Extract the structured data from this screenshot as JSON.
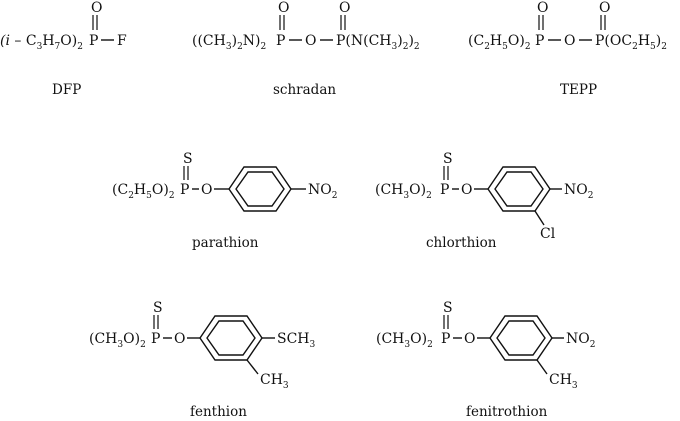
{
  "compounds": {
    "dfp": {
      "name": "DFP",
      "dbl_atom": "O",
      "group_lead": "(i",
      "group_mid": "C",
      "group_tail": "H",
      "group_end": "O)",
      "sub3": "3",
      "sub7": "7",
      "sub2": "2",
      "p": "P",
      "f": "F"
    },
    "schradan": {
      "name": "schradan",
      "dbl_atom_1": "O",
      "dbl_atom_2": "O",
      "left_a": "((CH",
      "left_b": ")",
      "left_c": "N)",
      "p1": "P",
      "o_bridge": "O",
      "right_a": "P(N(CH",
      "right_b": ")",
      "right_c": ")",
      "sub3": "3",
      "sub2": "2"
    },
    "tepp": {
      "name": "TEPP",
      "dbl_atom_1": "O",
      "dbl_atom_2": "O",
      "left_a": "(C",
      "left_b": "H",
      "left_c": "O)",
      "p1": "P",
      "o_bridge": "O",
      "right_a": "P(OC",
      "right_b": "H",
      "right_c": ")",
      "sub2": "2",
      "sub5": "5"
    },
    "parathion": {
      "name": "parathion",
      "dbl_atom": "S",
      "left_a": "(C",
      "left_b": "H",
      "left_c": "O)",
      "sub2": "2",
      "sub5": "5",
      "p": "P",
      "o_link": "O",
      "no2_a": "NO",
      "no2_sub": "2"
    },
    "chlorthion": {
      "name": "chlorthion",
      "dbl_atom": "S",
      "left_a": "(CH",
      "left_b": "O)",
      "sub3": "3",
      "sub2": "2",
      "p": "P",
      "o_link": "O",
      "no2_a": "NO",
      "no2_sub": "2",
      "cl": "Cl"
    },
    "fenthion": {
      "name": "fenthion",
      "dbl_atom": "S",
      "left_a": "(CH",
      "left_b": "O)",
      "sub3": "3",
      "sub2": "2",
      "p": "P",
      "o_link": "O",
      "sch3_a": "SCH",
      "sch3_sub": "3",
      "ch3_a": "CH",
      "ch3_sub": "3"
    },
    "fenitrothion": {
      "name": "fenitrothion",
      "dbl_atom": "S",
      "left_a": "(CH",
      "left_b": "O)",
      "sub3": "3",
      "sub2": "2",
      "p": "P",
      "o_link": "O",
      "no2_a": "NO",
      "no2_sub": "2",
      "ch3_a": "CH",
      "ch3_sub": "3"
    }
  }
}
